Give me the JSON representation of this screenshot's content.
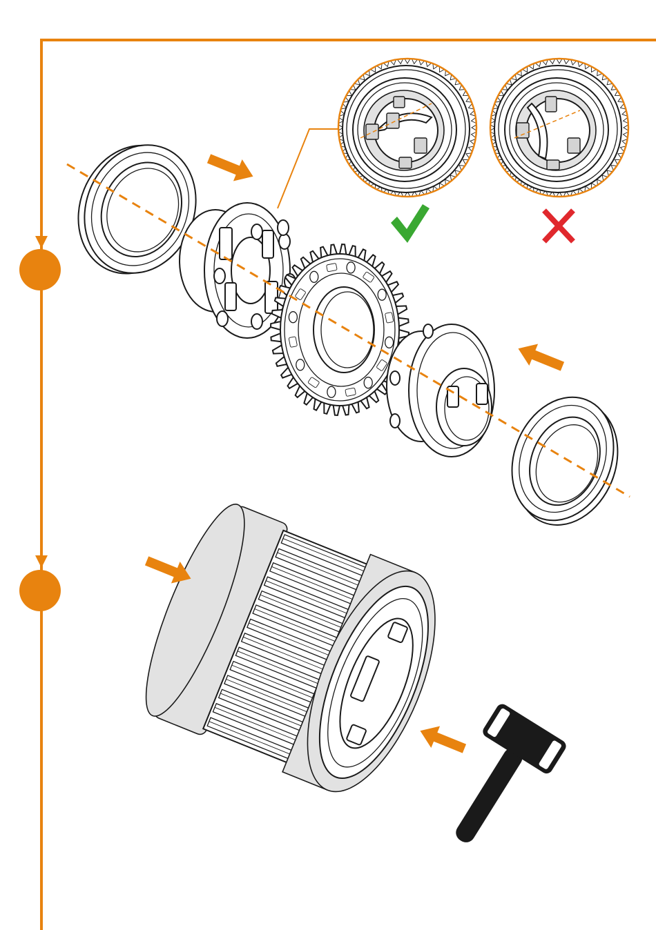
{
  "colors": {
    "accent": "#e8830f",
    "check": "#3aa832",
    "cross": "#e0282d",
    "tool": "#1a1a1a",
    "line_art": "#1a1a1a",
    "shading": "#e2e2e2"
  },
  "steps": [
    {
      "id": 1,
      "marker": "orange-dot"
    },
    {
      "id": 2,
      "marker": "orange-dot"
    }
  ],
  "step1": {
    "parts": [
      "left-bearing",
      "left-hub",
      "sprocket-gear",
      "right-hub",
      "right-bearing"
    ],
    "detail_views": [
      {
        "verdict": "correct",
        "symbol": "✓"
      },
      {
        "verdict": "incorrect",
        "symbol": "X"
      }
    ]
  },
  "step2": {
    "parts": [
      "assembled-gear-hub",
      "mallet"
    ]
  },
  "icons": [
    "push-arrow-icon",
    "check-icon",
    "cross-icon",
    "mallet-icon"
  ]
}
